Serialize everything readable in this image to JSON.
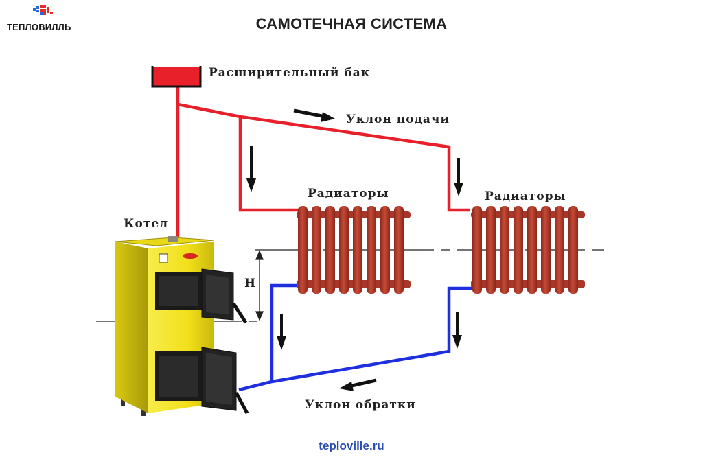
{
  "header": {
    "brand": "ТЕПЛОВИЛЛЬ",
    "title": "САМОТЕЧНАЯ СИСТЕМА"
  },
  "labels": {
    "tank": "Расширительный бак",
    "supply_slope": "Уклон подачи",
    "radiators_left": "Радиаторы",
    "radiators_right": "Радиаторы",
    "boiler": "Котел",
    "height": "Н",
    "return_slope": "Уклон обратки"
  },
  "footer": {
    "site": "teploville.ru"
  },
  "colors": {
    "supply": "#e8202a",
    "return": "#1f2fe0",
    "radiator": "#b5382a",
    "boiler": "#f2e21a",
    "tank": "#e8202a"
  }
}
